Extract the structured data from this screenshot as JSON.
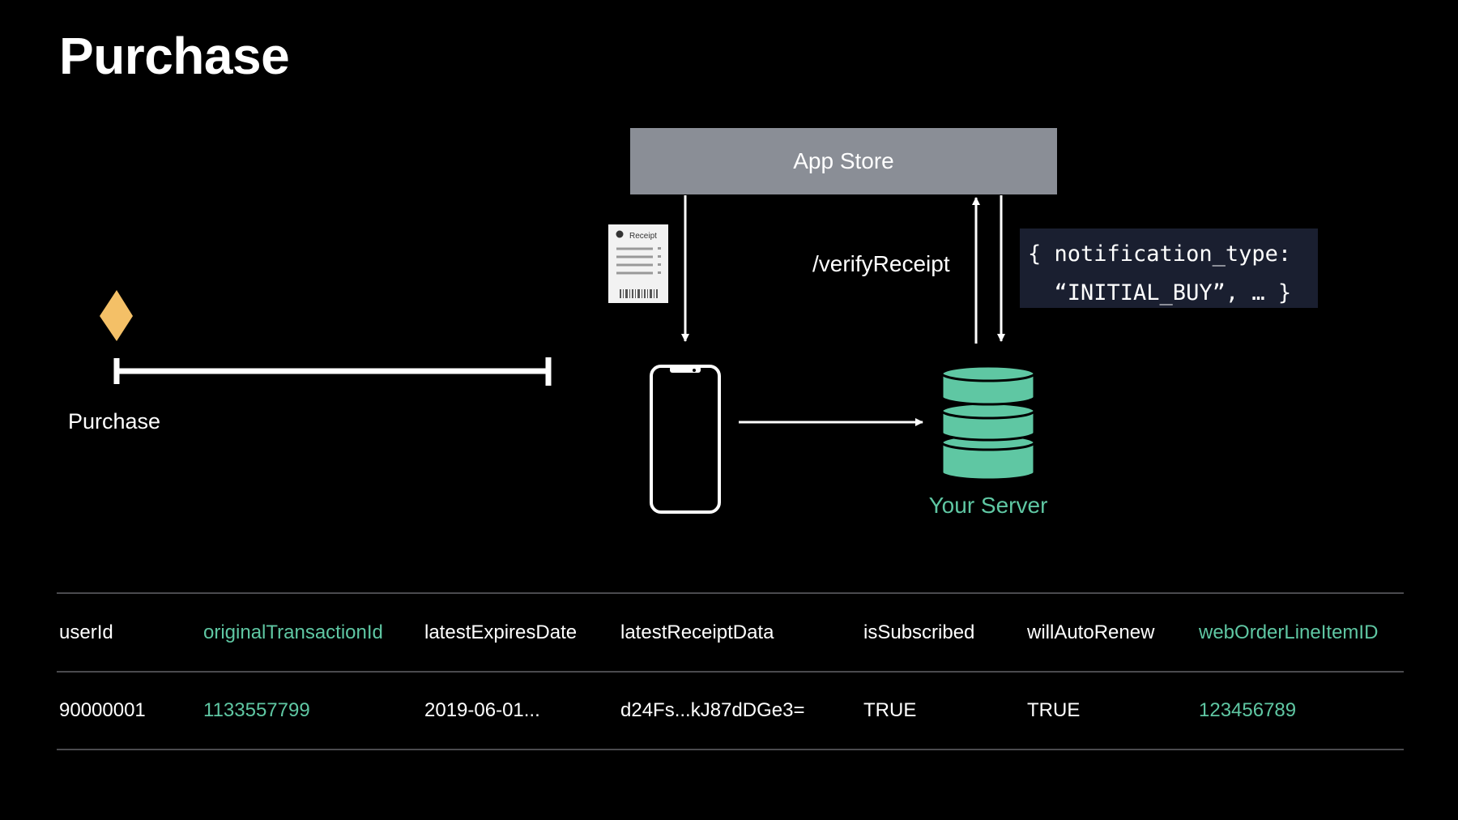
{
  "title": "Purchase",
  "colors": {
    "background": "#000000",
    "accent": "#5fc7a3",
    "app_store_box": "#8a8e96",
    "code_box": "#1a1f30",
    "purchase_marker": "#f4c067"
  },
  "timeline": {
    "label": "Purchase"
  },
  "diagram": {
    "app_store_label": "App Store",
    "verify_label": "/verifyReceipt",
    "notification_code": "{ notification_type:\n  “INITIAL_BUY”, … }",
    "server_label": "Your Server",
    "receipt_label": "Receipt",
    "icons": {
      "receipt": "receipt-icon",
      "phone": "iphone-icon",
      "server": "database-icon",
      "purchase_marker": "diamond-icon"
    }
  },
  "table": {
    "columns": [
      {
        "label": "userId",
        "accent": false
      },
      {
        "label": "originalTransactionId",
        "accent": true
      },
      {
        "label": "latestExpiresDate",
        "accent": false
      },
      {
        "label": "latestReceiptData",
        "accent": false
      },
      {
        "label": "isSubscribed",
        "accent": false
      },
      {
        "label": "willAutoRenew",
        "accent": false
      },
      {
        "label": "webOrderLineItemID",
        "accent": true
      }
    ],
    "rows": [
      [
        "90000001",
        "1133557799",
        "2019-06-01...",
        "d24Fs...kJ87dDGe3=",
        "TRUE",
        "TRUE",
        "123456789"
      ]
    ]
  }
}
